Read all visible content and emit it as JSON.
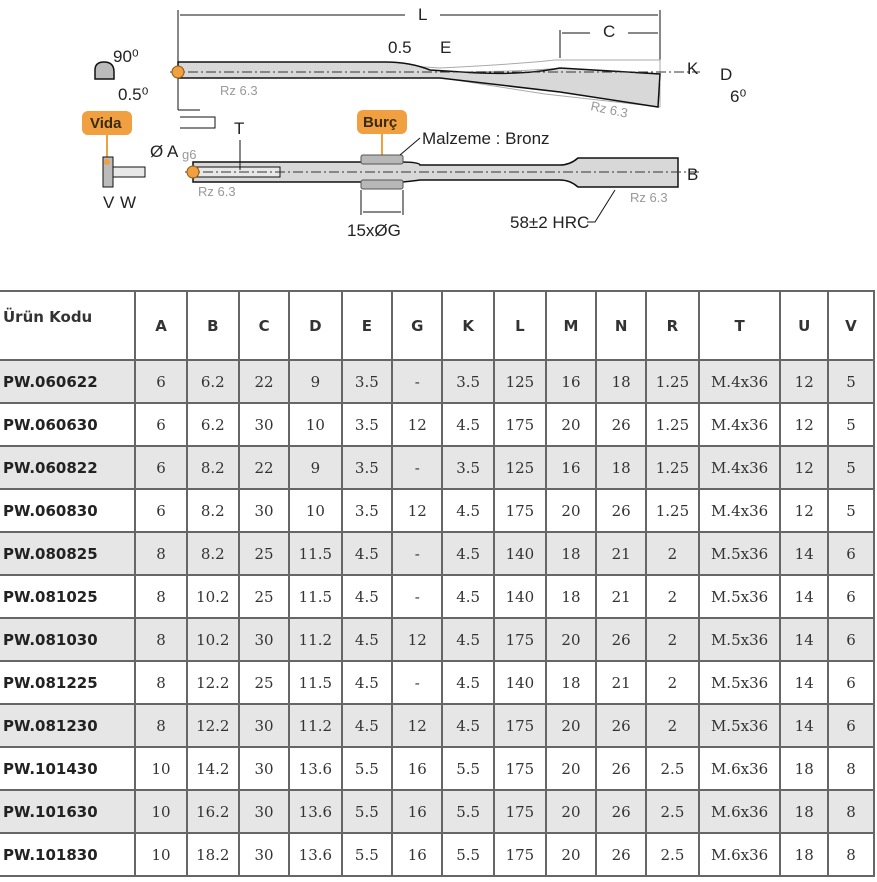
{
  "drawing": {
    "labels": {
      "L": "L",
      "C": "C",
      "E": "E",
      "e_gap": "0.5",
      "K": "K",
      "D": "D",
      "angle6": "6⁰",
      "angle90": "90⁰",
      "angle05": "0.5⁰",
      "T": "T",
      "A": "Ø A",
      "A_tol": "g6",
      "B": "B",
      "V": "V",
      "W": "W",
      "G": "15xØG",
      "material": "Malzeme : Bronz",
      "hardness": "58±2 HRC",
      "rz1": "Rz 6.3",
      "rz2": "Rz 6.3",
      "rz3": "Rz 6.3",
      "rz4": "Rz 6.3"
    },
    "tags": {
      "vida": "Vida",
      "burc": "Burç"
    },
    "colors": {
      "accent": "#f0a040",
      "part": "#d8d8d8",
      "bushing": "#b8b8b8"
    }
  },
  "table": {
    "headers": [
      "Ürün Kodu",
      "A",
      "B",
      "C",
      "D",
      "E",
      "G",
      "K",
      "L",
      "M",
      "N",
      "R",
      "T",
      "U",
      "V"
    ],
    "rows": [
      [
        "PW.060622",
        "6",
        "6.2",
        "22",
        "9",
        "3.5",
        "-",
        "3.5",
        "125",
        "16",
        "18",
        "1.25",
        "M.4x36",
        "12",
        "5"
      ],
      [
        "PW.060630",
        "6",
        "6.2",
        "30",
        "10",
        "3.5",
        "12",
        "4.5",
        "175",
        "20",
        "26",
        "1.25",
        "M.4x36",
        "12",
        "5"
      ],
      [
        "PW.060822",
        "6",
        "8.2",
        "22",
        "9",
        "3.5",
        "-",
        "3.5",
        "125",
        "16",
        "18",
        "1.25",
        "M.4x36",
        "12",
        "5"
      ],
      [
        "PW.060830",
        "6",
        "8.2",
        "30",
        "10",
        "3.5",
        "12",
        "4.5",
        "175",
        "20",
        "26",
        "1.25",
        "M.4x36",
        "12",
        "5"
      ],
      [
        "PW.080825",
        "8",
        "8.2",
        "25",
        "11.5",
        "4.5",
        "-",
        "4.5",
        "140",
        "18",
        "21",
        "2",
        "M.5x36",
        "14",
        "6"
      ],
      [
        "PW.081025",
        "8",
        "10.2",
        "25",
        "11.5",
        "4.5",
        "-",
        "4.5",
        "140",
        "18",
        "21",
        "2",
        "M.5x36",
        "14",
        "6"
      ],
      [
        "PW.081030",
        "8",
        "10.2",
        "30",
        "11.2",
        "4.5",
        "12",
        "4.5",
        "175",
        "20",
        "26",
        "2",
        "M.5x36",
        "14",
        "6"
      ],
      [
        "PW.081225",
        "8",
        "12.2",
        "25",
        "11.5",
        "4.5",
        "-",
        "4.5",
        "140",
        "18",
        "21",
        "2",
        "M.5x36",
        "14",
        "6"
      ],
      [
        "PW.081230",
        "8",
        "12.2",
        "30",
        "11.2",
        "4.5",
        "12",
        "4.5",
        "175",
        "20",
        "26",
        "2",
        "M.5x36",
        "14",
        "6"
      ],
      [
        "PW.101430",
        "10",
        "14.2",
        "30",
        "13.6",
        "5.5",
        "16",
        "5.5",
        "175",
        "20",
        "26",
        "2.5",
        "M.6x36",
        "18",
        "8"
      ],
      [
        "PW.101630",
        "10",
        "16.2",
        "30",
        "13.6",
        "5.5",
        "16",
        "5.5",
        "175",
        "20",
        "26",
        "2.5",
        "M.6x36",
        "18",
        "8"
      ],
      [
        "PW.101830",
        "10",
        "18.2",
        "30",
        "13.6",
        "5.5",
        "16",
        "5.5",
        "175",
        "20",
        "26",
        "2.5",
        "M.6x36",
        "18",
        "8"
      ]
    ]
  }
}
